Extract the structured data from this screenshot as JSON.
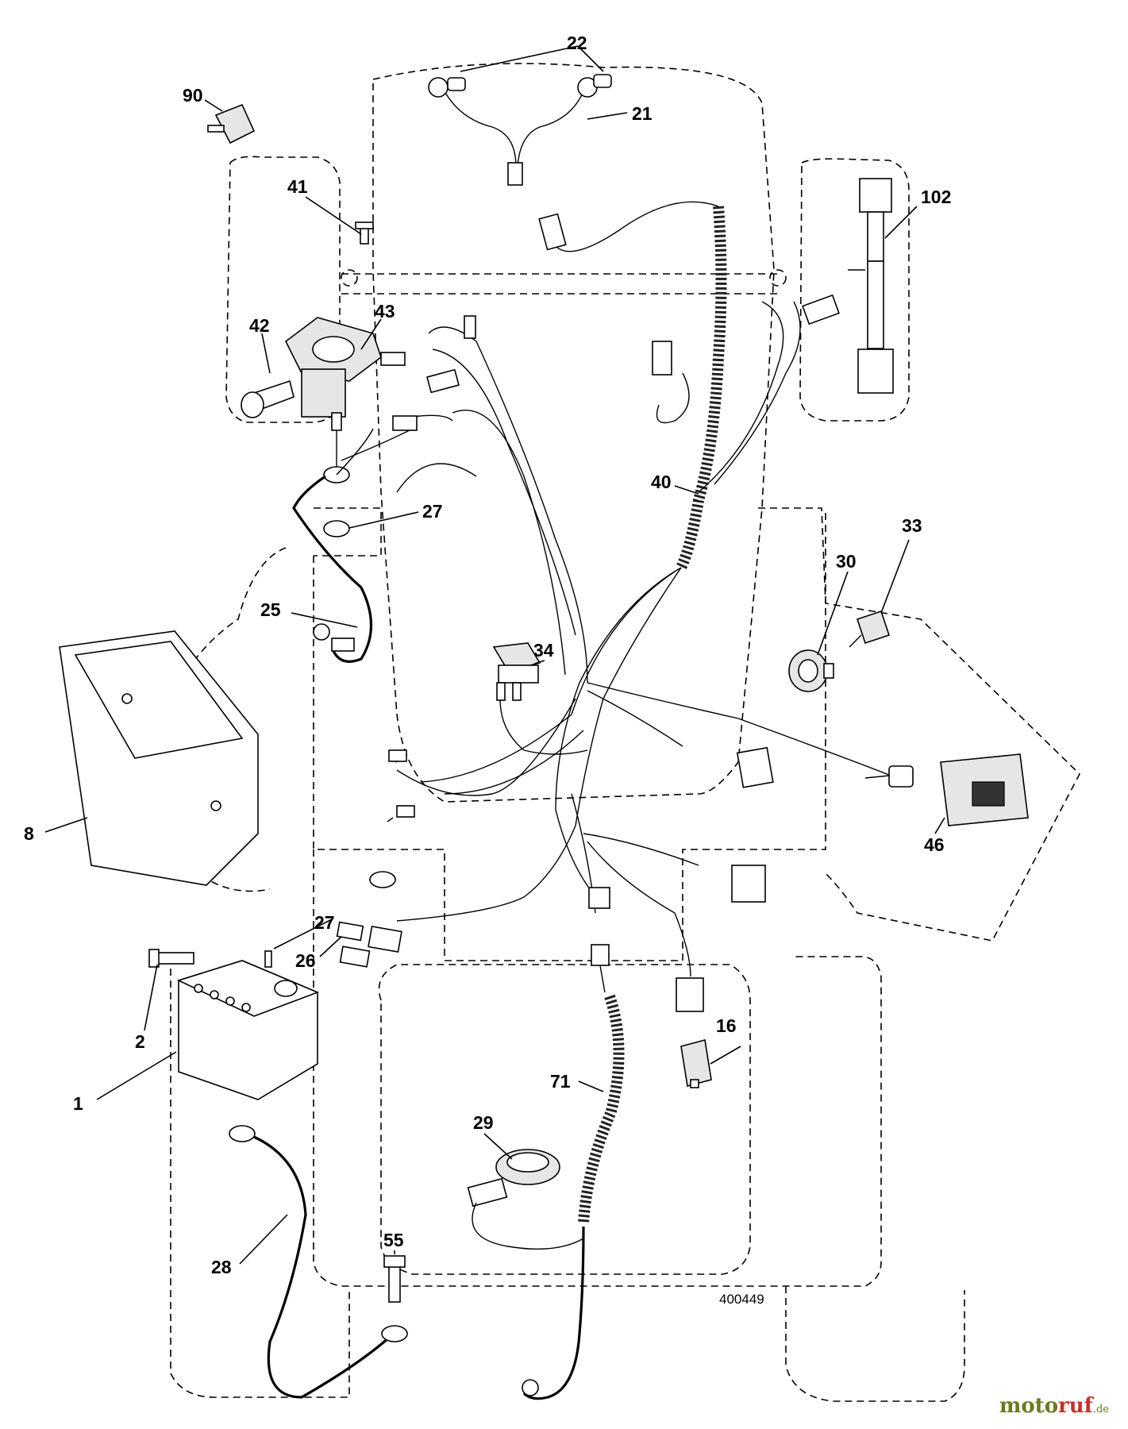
{
  "diagram": {
    "drawing_number": "400449",
    "callouts": {
      "c1": "1",
      "c2": "2",
      "c8": "8",
      "c16": "16",
      "c21": "21",
      "c22": "22",
      "c25": "25",
      "c26": "26",
      "c27a": "27",
      "c27b": "27",
      "c28": "28",
      "c29": "29",
      "c30": "30",
      "c33": "33",
      "c34": "34",
      "c40": "40",
      "c41": "41",
      "c42": "42",
      "c43": "43",
      "c46": "46",
      "c55": "55",
      "c71": "71",
      "c90": "90",
      "c102": "102"
    }
  },
  "watermark": {
    "brand_a": "moto",
    "brand_b": "ruf",
    "tld": ".de"
  }
}
